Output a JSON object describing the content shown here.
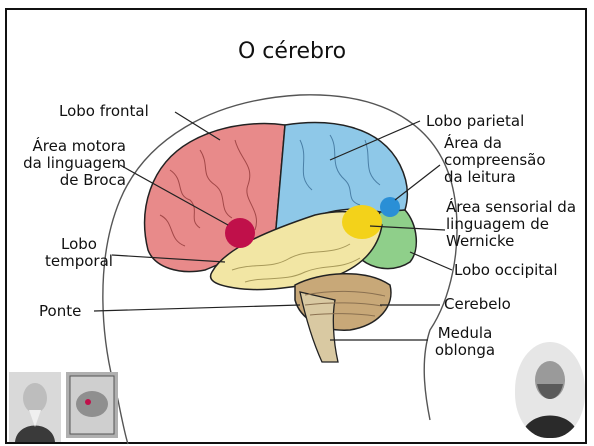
{
  "title": "O cérebro",
  "labels": {
    "lobo_frontal": "Lobo frontal",
    "area_motora_l1": "Área motora",
    "area_motora_l2": "da linguagem",
    "area_motora_l3": "de Broca",
    "lobo_temporal_l1": "Lobo",
    "lobo_temporal_l2": "temporal",
    "ponte": "Ponte",
    "lobo_parietal": "Lobo parietal",
    "compreensao_l1": "Área da",
    "compreensao_l2": "compreensão",
    "compreensao_l3": "da leitura",
    "wernicke_l1": "Área sensorial da",
    "wernicke_l2": "linguagem de",
    "wernicke_l3": "Wernicke",
    "lobo_occipital": "Lobo occipital",
    "cerebelo": "Cerebelo",
    "medula_l1": "Medula",
    "medula_l2": "oblonga"
  },
  "colors": {
    "frontal": "#e88a8a",
    "parietal": "#8ec8e8",
    "temporal": "#f2e6a4",
    "occipital": "#8fcf8a",
    "cerebelo": "#c8a878",
    "broca": "#c0104a",
    "wernicke": "#f3d21a",
    "compreensao": "#2a8fd6",
    "outline": "#222222"
  }
}
